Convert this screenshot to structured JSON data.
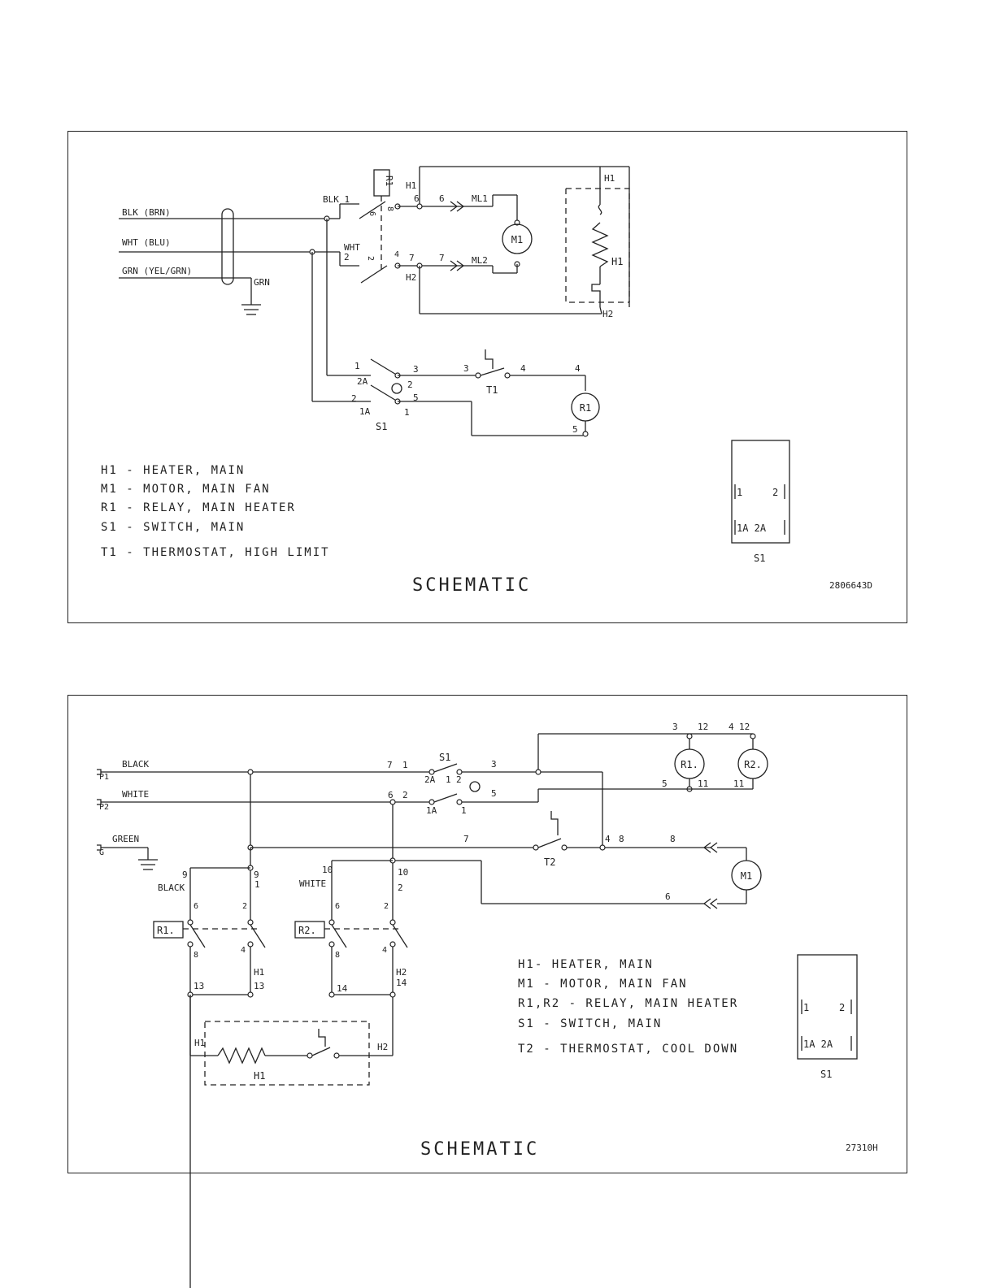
{
  "schematic1": {
    "title": "SCHEMATIC",
    "drawing_number": "2806643D",
    "wires": {
      "blk": "BLK (BRN)",
      "wht": "WHT (BLU)",
      "grn": "GRN (YEL/GRN)",
      "gnd": "GRN",
      "blk1": "BLK 1",
      "wht2": "WHT"
    },
    "relay_tag": "R1",
    "labels": {
      "h1_top": "H1",
      "h1_right": "H1",
      "h1_res": "H1",
      "h2": "H2",
      "h2_right": "H2",
      "n6": "6",
      "n6b": "6",
      "ml1": "ML1",
      "n7": "7",
      "n7b": "7",
      "ml2": "ML2",
      "n2": "2",
      "n2b": "2",
      "n4": "4",
      "n8": "8",
      "n6r": "6",
      "sw1": "1",
      "sw2a": "2A",
      "sw2": "2",
      "sw1a": "1A",
      "sw3": "3",
      "sw5": "5",
      "swb1": "1",
      "swb2": "2",
      "t3": "3",
      "t4": "4",
      "r4": "4",
      "r5": "5",
      "t1": "T1",
      "s1": "S1"
    },
    "motor": "M1",
    "relay_coil": "R1",
    "legend": [
      "H1 - HEATER, MAIN",
      "M1 - MOTOR, MAIN FAN",
      "R1 - RELAY, MAIN HEATER",
      "S1 - SWITCH, MAIN",
      "T1 - THERMOSTAT, HIGH LIMIT"
    ],
    "switch_box": {
      "row1_left": "1",
      "row1_right": "2",
      "row2": "1A 2A",
      "caption": "S1"
    }
  },
  "schematic2": {
    "title": "SCHEMATIC",
    "drawing_number": "27310H",
    "wires": {
      "black": "BLACK",
      "white": "WHITE",
      "green": "GREEN",
      "p1": "P1",
      "p2": "P2",
      "g": "G"
    },
    "labels": {
      "n7": "7",
      "n1": "1",
      "s1": "S1",
      "n3": "3",
      "sw2a": "2A",
      "sw1": "1",
      "sw2": "2",
      "n6": "6",
      "n2": "2",
      "sw1a": "1A",
      "swb1": "1",
      "n5": "5",
      "r_3": "3",
      "r_12": "12",
      "r_4": "4",
      "r_12b": "12",
      "r_5": "5",
      "r_11": "11",
      "r_11b": "11",
      "t_7": "7",
      "t2": "T2",
      "t_4": "4",
      "t_8": "8",
      "m_8": "8",
      "m_6": "6",
      "n9": "9",
      "black": "BLACK",
      "n9b": "9",
      "n1b": "1",
      "n10": "10",
      "white": "WHITE",
      "n10b": "10",
      "n2b": "2",
      "c8": "8",
      "c4": "4",
      "c8b": "8",
      "c4b": "4",
      "c6": "6",
      "c2": "2",
      "c6b": "6",
      "c2b": "2",
      "n13": "13",
      "h1": "H1",
      "n13b": "13",
      "n14": "14",
      "h2": "H2",
      "n14b": "14",
      "h1l": "H1",
      "h2r": "H2",
      "h1res": "H1"
    },
    "relay1_tag": "R1.",
    "relay2_tag": "R2.",
    "coil1": "R1.",
    "coil2": "R2.",
    "motor": "M1",
    "legend": [
      "H1- HEATER, MAIN",
      "M1 - MOTOR, MAIN FAN",
      "R1,R2 - RELAY, MAIN HEATER",
      "S1 - SWITCH, MAIN",
      "T2 - THERMOSTAT, COOL DOWN"
    ],
    "switch_box": {
      "row1_left": "1",
      "row1_right": "2",
      "row2": "1A 2A",
      "caption": "S1"
    }
  }
}
